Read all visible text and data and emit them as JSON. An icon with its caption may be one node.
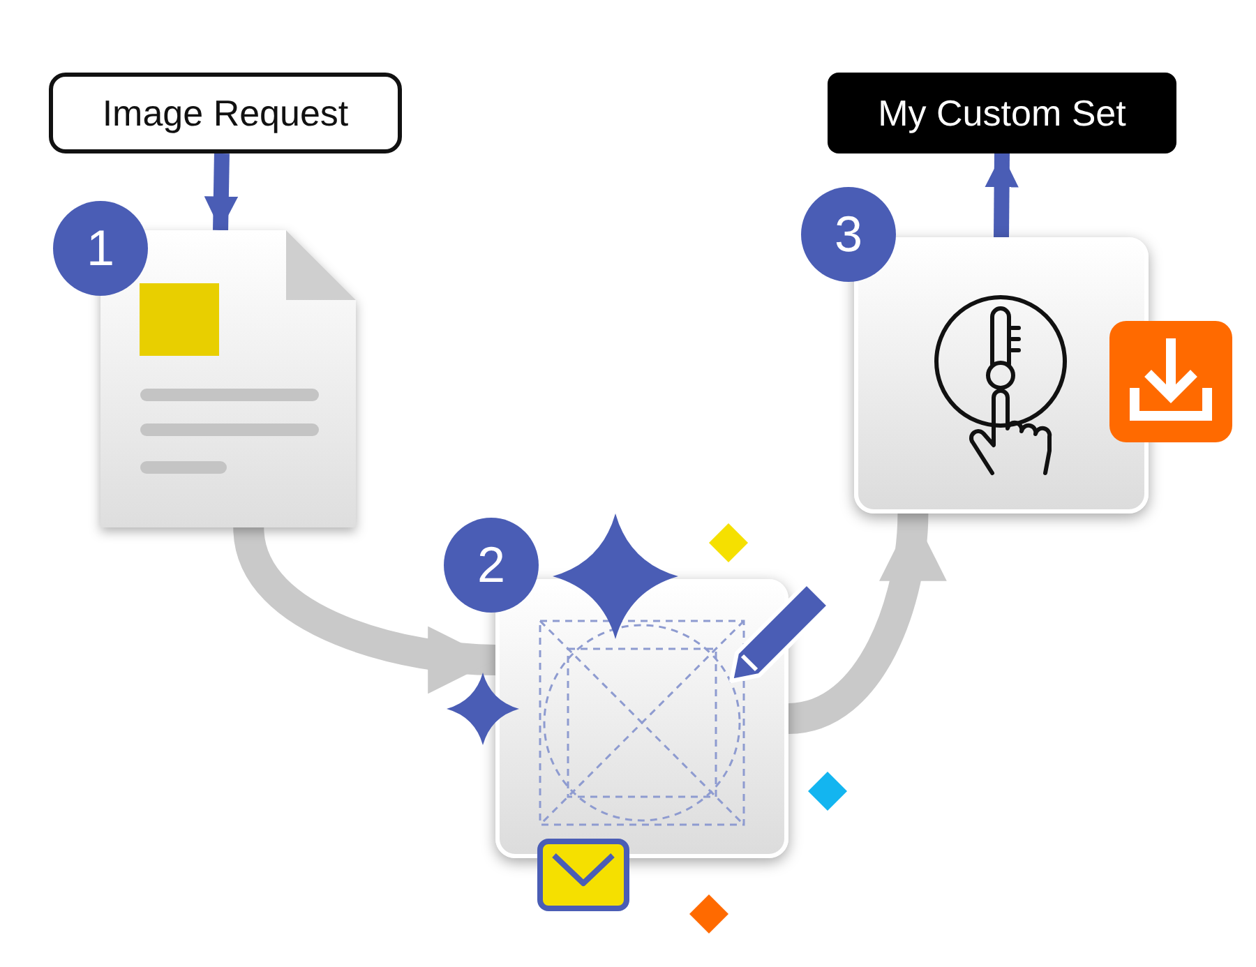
{
  "diagram": {
    "nodes": [
      {
        "text": [
          "Image Request"
        ]
      },
      {
        "text": [
          "1"
        ]
      },
      {
        "text": [],
        "shape": "document"
      },
      {
        "text": [
          "2"
        ]
      },
      {
        "text": [],
        "shape": "box"
      },
      {
        "text": [
          "3"
        ]
      },
      {
        "text": [],
        "shape": "box"
      },
      {
        "text": [
          "My Custom Set"
        ]
      }
    ],
    "edges": [
      {
        "from": 0,
        "to": 2,
        "arrow": "to",
        "color": "#4a5db5"
      },
      {
        "from": 2,
        "to": 4,
        "arrow": "to",
        "style": "thick",
        "color": "#c9c9c9"
      },
      {
        "from": 4,
        "to": 6,
        "arrow": "to",
        "style": "thick",
        "color": "#c9c9c9"
      },
      {
        "from": 6,
        "to": 7,
        "arrow": "to",
        "color": "#4a5db5"
      }
    ]
  }
}
